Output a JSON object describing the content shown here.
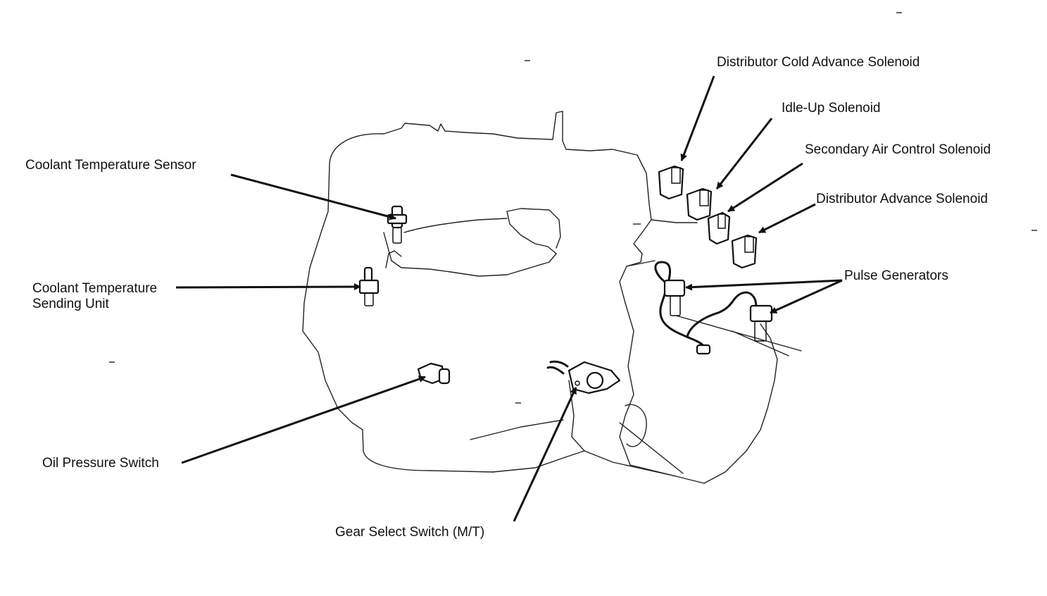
{
  "labels": {
    "coolant_temp_sensor": "Coolant Temperature Sensor",
    "coolant_temp_sending_line1": "Coolant Temperature",
    "coolant_temp_sending_line2": "Sending Unit",
    "oil_pressure_switch": "Oil Pressure Switch",
    "gear_select_switch": "Gear Select Switch (M/T)",
    "distributor_cold_advance_solenoid": "Distributor Cold Advance Solenoid",
    "idle_up_solenoid": "Idle-Up Solenoid",
    "secondary_air_control_solenoid": "Secondary Air Control Solenoid",
    "distributor_advance_solenoid": "Distributor Advance Solenoid",
    "pulse_generators": "Pulse Generators"
  },
  "colors": {
    "ink": "#111111",
    "background": "#ffffff"
  }
}
